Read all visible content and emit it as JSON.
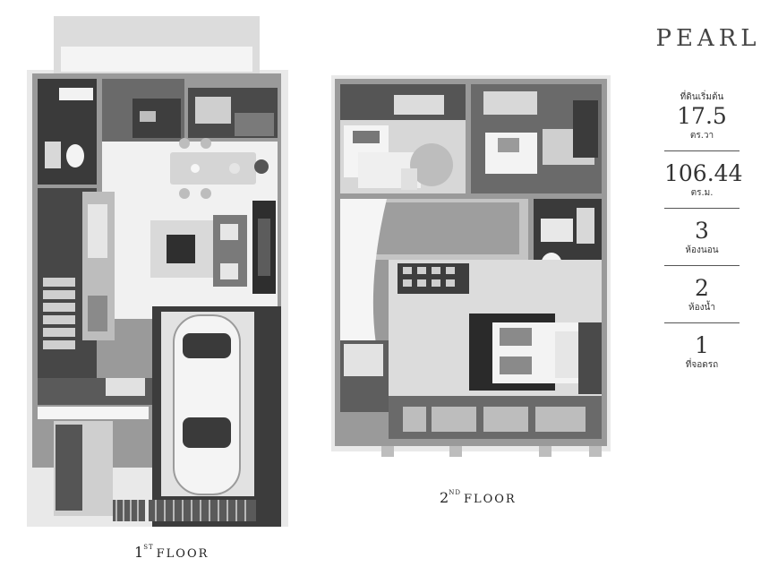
{
  "model_name": "PEARL",
  "floors": {
    "first": {
      "number": "1",
      "suffix": "ST",
      "label": "FLOOR"
    },
    "second": {
      "number": "2",
      "suffix": "ND",
      "label": "FLOOR"
    }
  },
  "stats": [
    {
      "label": "ที่ดินเริ่มต้น",
      "value": "17.5",
      "unit": "ตร.วา"
    },
    {
      "label": "",
      "value": "106.44",
      "unit": "ตร.ม."
    },
    {
      "label": "",
      "value": "3",
      "unit": "ห้องนอน"
    },
    {
      "label": "",
      "value": "2",
      "unit": "ห้องน้ำ"
    },
    {
      "label": "",
      "value": "1",
      "unit": "ที่จอดรถ"
    }
  ]
}
